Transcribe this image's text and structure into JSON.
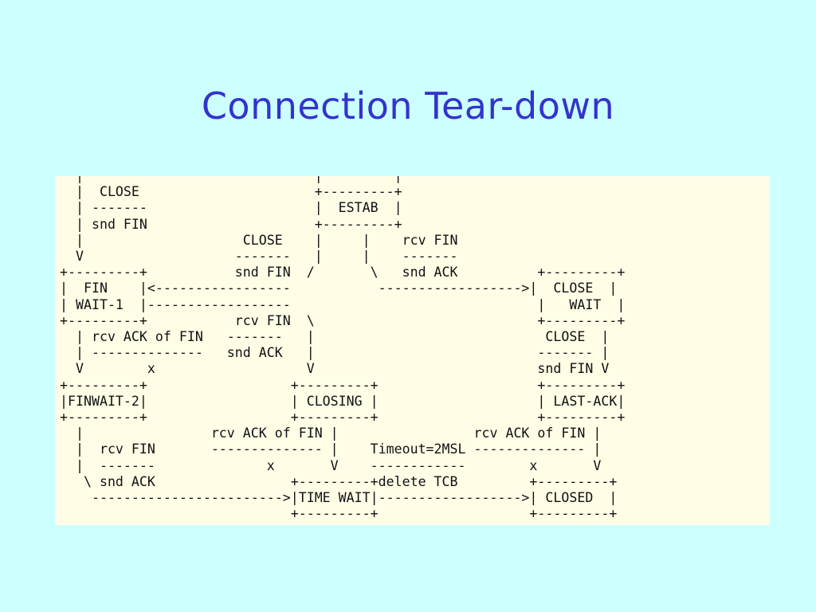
{
  "slide": {
    "title": "Connection Tear-down"
  },
  "diagram": {
    "lines": [
      "  |                             |         |",
      "  |  CLOSE                      +---------+",
      "  | -------                     |  ESTAB  |",
      "  | snd FIN                     +---------+",
      "  |                    CLOSE    |     |    rcv FIN",
      "  V                   -------   |     |    -------",
      "+---------+           snd FIN  /       \\   snd ACK          +---------+",
      "|  FIN    |<-----------------           ------------------>|  CLOSE  |",
      "| WAIT-1  |------------------                               |   WAIT  |",
      "+---------+           rcv FIN  \\                            +---------+",
      "  | rcv ACK of FIN   -------   |                             CLOSE  |",
      "  | --------------   snd ACK   |                            ------- |",
      "  V        x                   V                            snd FIN V",
      "+---------+                  +---------+                    +---------+",
      "|FINWAIT-2|                  | CLOSING |                    | LAST-ACK|",
      "+---------+                  +---------+                    +---------+",
      "  |                rcv ACK of FIN |                 rcv ACK of FIN |",
      "  |  rcv FIN       -------------- |    Timeout=2MSL -------------- |",
      "  |  -------              x       V    ------------        x       V",
      "   \\ snd ACK                 +---------+delete TCB         +---------+",
      "    ------------------------>|TIME WAIT|------------------>| CLOSED  |",
      "                             +---------+                   +---------+"
    ]
  }
}
